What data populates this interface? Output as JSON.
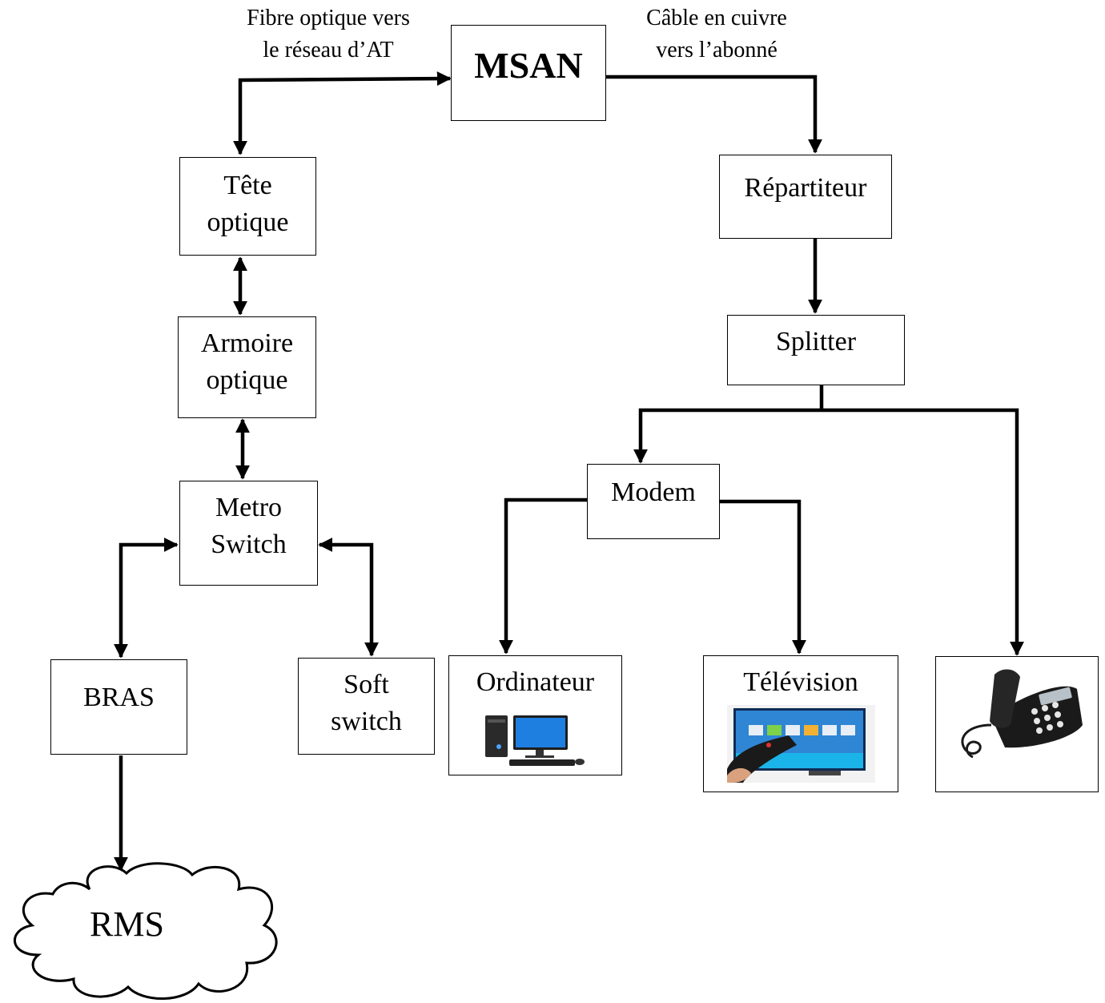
{
  "captions": {
    "fibre": [
      "Fibre optique vers",
      "le réseau d’AT"
    ],
    "cuivre": [
      "Câble en cuivre",
      "vers l’abonné"
    ]
  },
  "nodes": {
    "msan": "MSAN",
    "tete": [
      "Tête",
      "optique"
    ],
    "armoire": [
      "Armoire",
      "optique"
    ],
    "metro": [
      "Metro",
      "Switch"
    ],
    "bras": "BRAS",
    "soft": [
      "Soft",
      "switch"
    ],
    "rms": "RMS",
    "repartiteur": "Répartiteur",
    "splitter": "Splitter",
    "modem": "Modem",
    "ordinateur": "Ordinateur",
    "television": "Télévision"
  },
  "icons": {
    "ordinateur": "desktop-computer-icon",
    "television": "tv-remote-icon",
    "telephone": "desk-telephone-icon"
  }
}
